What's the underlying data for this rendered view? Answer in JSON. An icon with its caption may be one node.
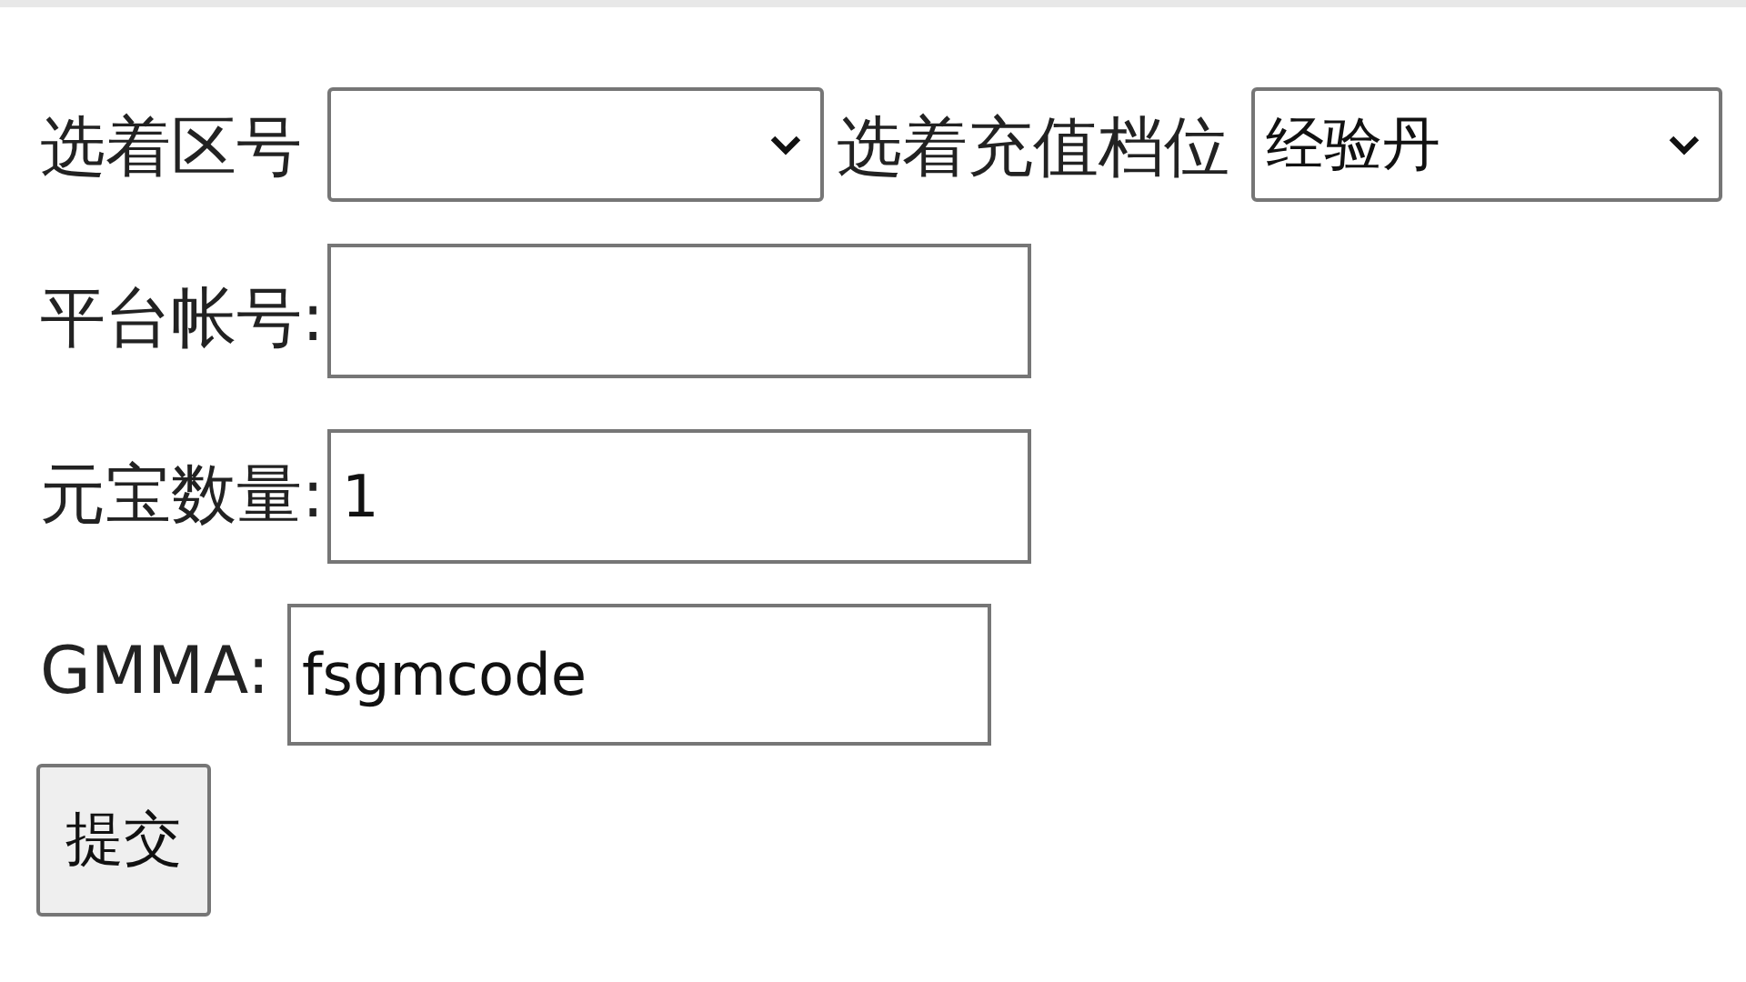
{
  "diagram": {
    "nodes": [
      {
        "text": [],
        "shape": "box"
      },
      {
        "text": [
          "经验丹"
        ]
      },
      {
        "text": [],
        "shape": "box"
      },
      {
        "text": [
          "1"
        ]
      },
      {
        "text": [
          "fsgmcode"
        ]
      },
      {
        "text": [
          "提交"
        ]
      }
    ],
    "labels": [
      "选着区号",
      "选着充值档位",
      "平台帐号:",
      "元宝数量:",
      "GMMA:"
    ]
  }
}
